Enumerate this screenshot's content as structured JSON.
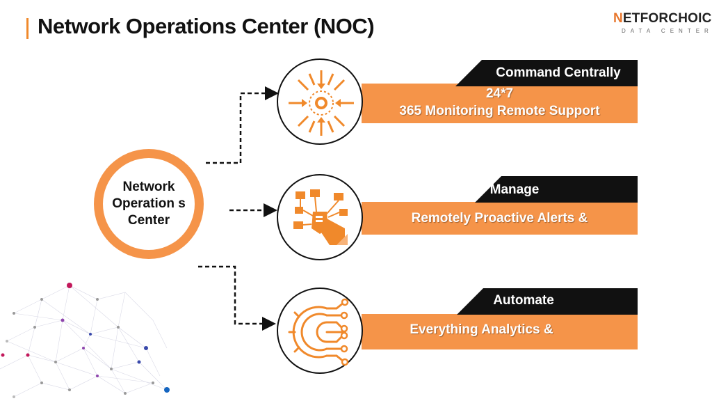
{
  "page": {
    "title": "Network Operations Center (NOC)"
  },
  "logo": {
    "brand_letter": "N",
    "brand_rest": "ETFORCHOICE",
    "subtitle": "DATA CENTER"
  },
  "hub": {
    "label": "Network Operation s Center"
  },
  "colors": {
    "accent": "#f59449",
    "title_bar": "#f0892b",
    "tab": "#111111"
  },
  "services": [
    {
      "icon": "converging-arrows-icon",
      "tab_label": "Command Centrally",
      "band_line1": "24*7",
      "band_line2": "365 Monitoring Remote Support"
    },
    {
      "icon": "hand-on-network-icon",
      "tab_label": "Manage",
      "band_line1": "Remotely Proactive Alerts &"
    },
    {
      "icon": "circuit-gear-icon",
      "tab_label": "Automate",
      "band_line1": "Everything Analytics &"
    }
  ]
}
